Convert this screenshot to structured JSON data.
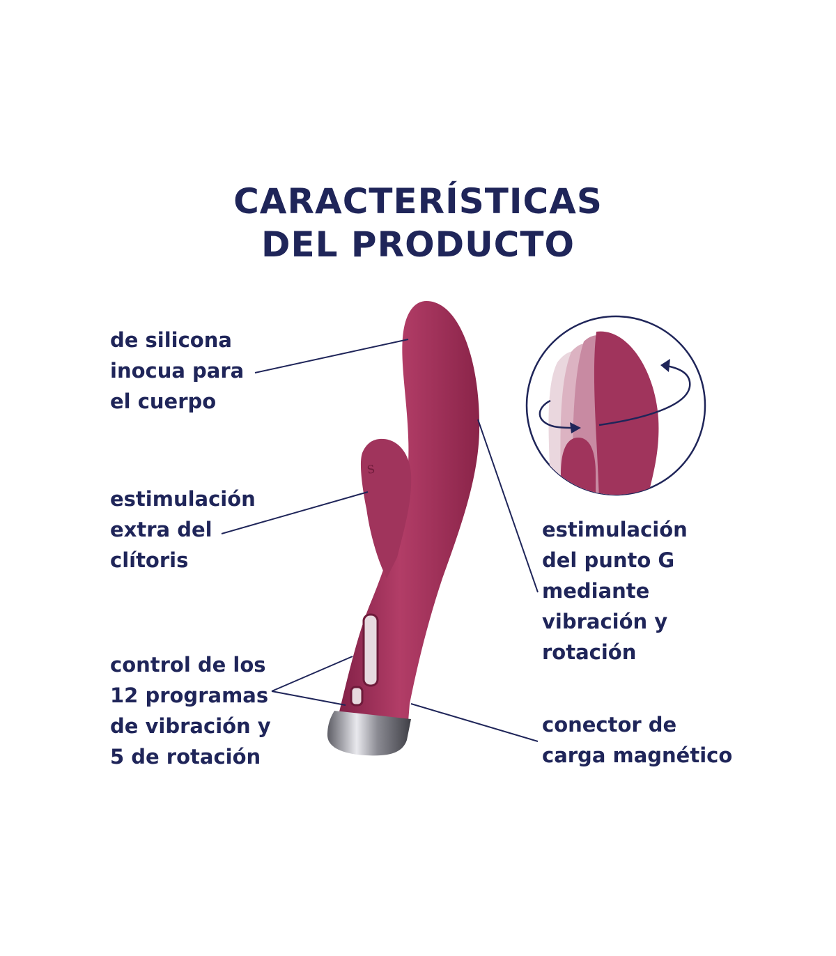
{
  "title": {
    "line1": "CARACTERÍSTICAS",
    "line2": "DEL PRODUCTO"
  },
  "features": {
    "silicone": [
      "de silicona",
      "inocua para",
      "el cuerpo"
    ],
    "clitoral": [
      "estimulación",
      "extra del",
      "clítoris"
    ],
    "controls": [
      "control de los",
      "12 programas",
      "de vibración y",
      "5 de rotación"
    ],
    "gspot": [
      "estimulación",
      "del punto G",
      "mediante",
      "vibración y",
      "rotación"
    ],
    "charging": [
      "conector de",
      "carga magnético"
    ]
  },
  "product": {
    "logo_mark": "S",
    "icons": [
      "rotation-arrow-icon",
      "rotation-arrow-icon"
    ]
  },
  "colors": {
    "text": "#1f2559",
    "product": "#9b2c55",
    "product_light": "#c04b76",
    "chrome": "#b9b9bf"
  }
}
